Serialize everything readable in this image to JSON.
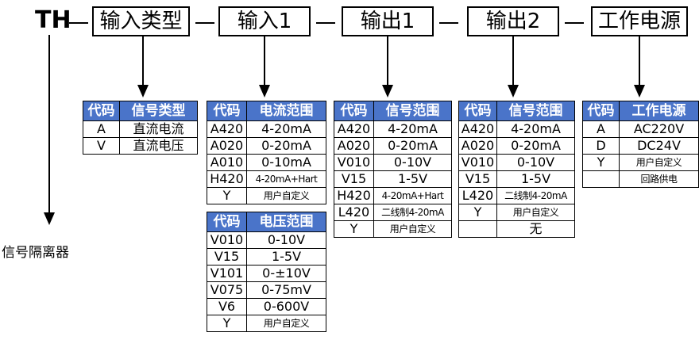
{
  "model_prefix": "TH",
  "segments": [
    {
      "id": "input-type",
      "label": "输入类型"
    },
    {
      "id": "input1",
      "label": "输入1"
    },
    {
      "id": "output1",
      "label": "输出1"
    },
    {
      "id": "output2",
      "label": "输出2"
    },
    {
      "id": "power",
      "label": "工作电源"
    }
  ],
  "product_label": "信号隔离器",
  "tables": {
    "input_type": {
      "headers": [
        "代码",
        "信号类型"
      ],
      "rows": [
        [
          "A",
          "直流电流"
        ],
        [
          "V",
          "直流电压"
        ]
      ]
    },
    "input1_current": {
      "headers": [
        "代码",
        "电流范围"
      ],
      "rows": [
        [
          "A420",
          "4-20mA"
        ],
        [
          "A020",
          "0-20mA"
        ],
        [
          "A010",
          "0-10mA"
        ],
        [
          "H420",
          "4-20mA+Hart"
        ],
        [
          "Y",
          "用户自定义"
        ]
      ]
    },
    "input1_voltage": {
      "headers": [
        "代码",
        "电压范围"
      ],
      "rows": [
        [
          "V010",
          "0-10V"
        ],
        [
          "V15",
          "1-5V"
        ],
        [
          "V101",
          "0-±10V"
        ],
        [
          "V075",
          "0-75mV"
        ],
        [
          "V6",
          "0-600V"
        ],
        [
          "Y",
          "用户自定义"
        ]
      ]
    },
    "output1": {
      "headers": [
        "代码",
        "信号范围"
      ],
      "rows": [
        [
          "A420",
          "4-20mA"
        ],
        [
          "A020",
          "0-20mA"
        ],
        [
          "V010",
          "0-10V"
        ],
        [
          "V15",
          "1-5V"
        ],
        [
          "H420",
          "4-20mA+Hart"
        ],
        [
          "L420",
          "二线制4-20mA"
        ],
        [
          "Y",
          "用户自定义"
        ]
      ]
    },
    "output2": {
      "headers": [
        "代码",
        "信号范围"
      ],
      "rows": [
        [
          "A420",
          "4-20mA"
        ],
        [
          "A020",
          "0-20mA"
        ],
        [
          "V010",
          "0-10V"
        ],
        [
          "V15",
          "1-5V"
        ],
        [
          "L420",
          "二线制4-20mA"
        ],
        [
          "Y",
          "用户自定义"
        ],
        [
          "",
          "无"
        ]
      ]
    },
    "power": {
      "headers": [
        "代码",
        "工作电源"
      ],
      "rows": [
        [
          "A",
          "AC220V"
        ],
        [
          "D",
          "DC24V"
        ],
        [
          "Y",
          "用户自定义"
        ],
        [
          "",
          "回路供电"
        ]
      ]
    }
  },
  "colors": {
    "header_fill": "#4a74c9",
    "header_text": "#ffffff",
    "line": "#000000"
  }
}
